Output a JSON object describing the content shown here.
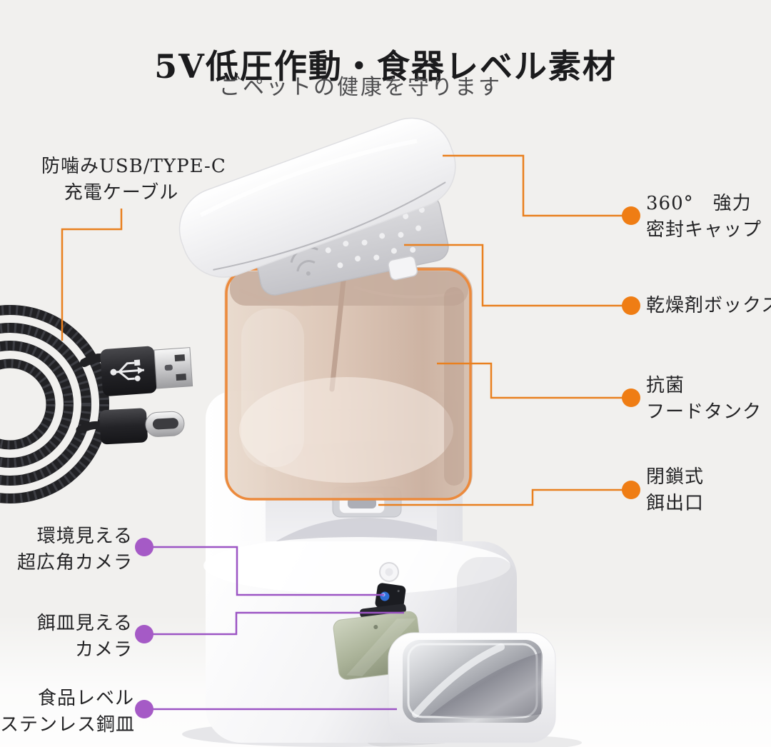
{
  "header": {
    "title": "5V低圧作動・食器レベル素材",
    "subtitle": "ごペットの健康を守ります"
  },
  "callouts": {
    "left": [
      {
        "id": "usb-cable",
        "line1": "防噛みUSB/TYPE-C",
        "line2": "充電ケーブル"
      },
      {
        "id": "wide-angle-camera",
        "line1": "環境見える",
        "line2": "超広角カメラ"
      },
      {
        "id": "dish-camera",
        "line1": "餌皿見える",
        "line2": "カメラ"
      },
      {
        "id": "stainless-bowl",
        "line1": "食品レベル",
        "line2": "ステンレス鋼皿"
      }
    ],
    "right": [
      {
        "id": "seal-cap",
        "line1": "360°　強力",
        "line2": "密封キャップ"
      },
      {
        "id": "desiccant-box",
        "line1": "乾燥剤ボックス",
        "line2": ""
      },
      {
        "id": "food-tank",
        "line1": "抗菌",
        "line2": "フードタンク"
      },
      {
        "id": "food-outlet",
        "line1": "閉鎖式",
        "line2": "餌出口"
      }
    ]
  },
  "colors": {
    "accent_orange": "#ef7d14",
    "accent_purple": "#a55ac6",
    "background": "#f1f0ee",
    "tank_outline": "#ec8a3c"
  }
}
